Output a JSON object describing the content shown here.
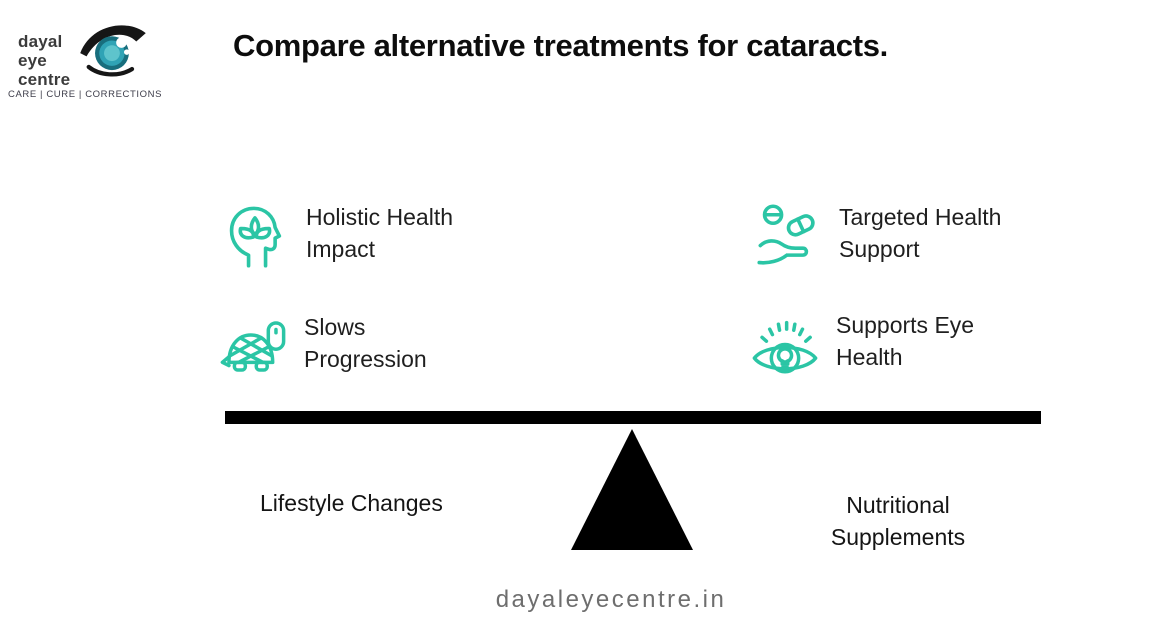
{
  "logo": {
    "name_line1": "dayal",
    "name_line2": "eye",
    "name_line3": "centre",
    "tagline": "CARE | CURE | CORRECTIONS"
  },
  "header": {
    "title": "Compare alternative treatments for cataracts."
  },
  "features": [
    {
      "icon": "head-lotus-icon",
      "label": "Holistic Health\nImpact"
    },
    {
      "icon": "hand-pills-icon",
      "label": "Targeted Health\nSupport"
    },
    {
      "icon": "turtle-icon",
      "label": "Slows\nProgression"
    },
    {
      "icon": "eye-lightbulb-icon",
      "label": "Supports Eye\nHealth"
    }
  ],
  "balance": {
    "left_label": "Lifestyle Changes",
    "right_label": "Nutritional\nSupplements"
  },
  "footer": {
    "website": "dayaleyecentre.in"
  },
  "colors": {
    "accent_teal": "#2bc5a5",
    "balance_black": "#000000",
    "text_dark": "#1f1f1f",
    "footer_gray": "#6e6e6e",
    "logo_iris_dark": "#186e7d",
    "logo_iris_mid": "#2fa3b5",
    "logo_iris_light": "#5ec4cc"
  }
}
